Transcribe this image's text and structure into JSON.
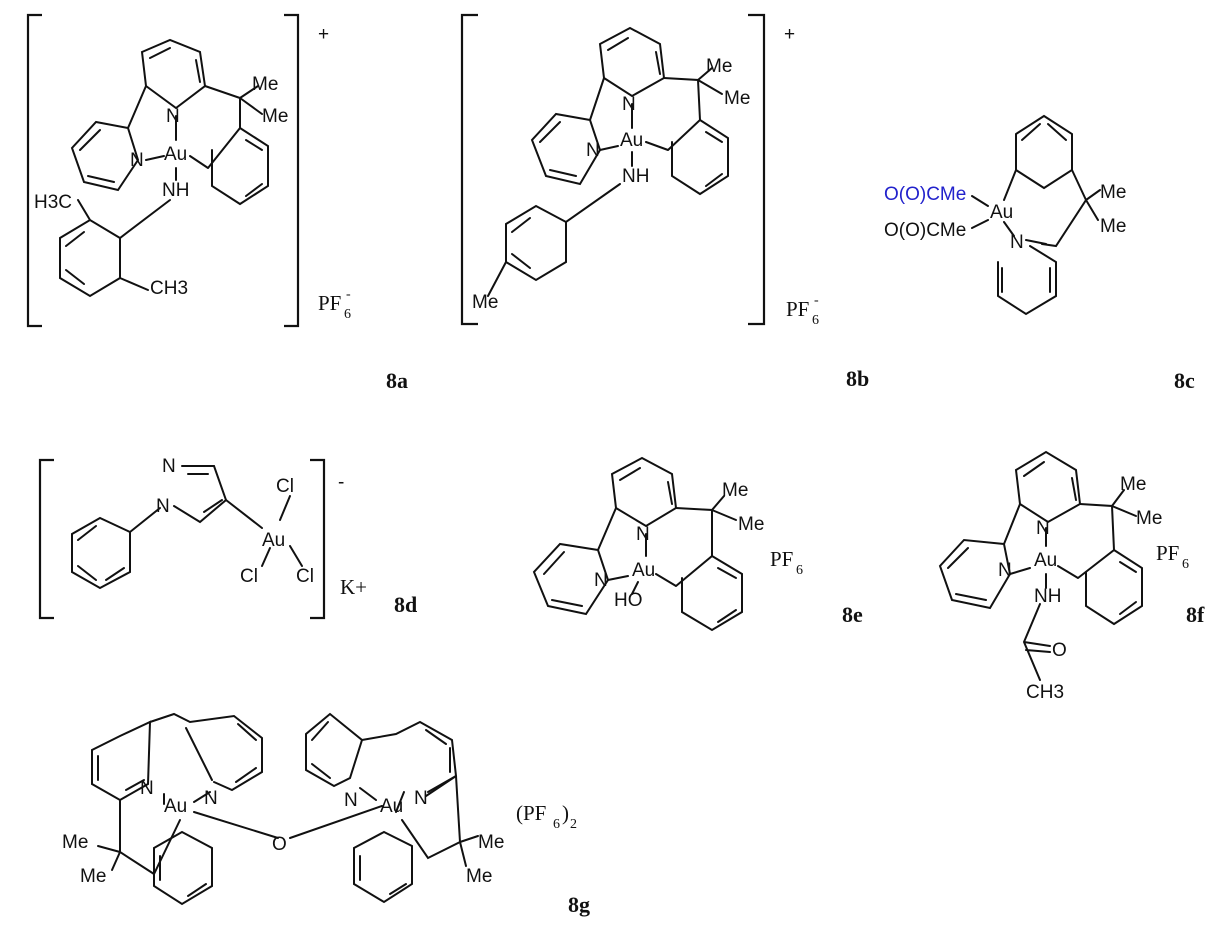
{
  "compounds": [
    {
      "label": "8a",
      "charge": "+",
      "counterion": "PF",
      "counterion_sub": "6",
      "counterion_sup": "-",
      "atoms": {
        "n1": "N",
        "n2": "N",
        "au": "Au",
        "nh": "NH",
        "me1": "Me",
        "me2": "Me",
        "h3c": "H3C",
        "ch3": "CH3"
      }
    },
    {
      "label": "8b",
      "charge": "+",
      "counterion": "PF",
      "counterion_sub": "6",
      "counterion_sup": "-",
      "atoms": {
        "n1": "N",
        "n2": "N",
        "au": "Au",
        "nh": "NH",
        "me1": "Me",
        "me2": "Me",
        "me3": "Me"
      }
    },
    {
      "label": "8c",
      "atoms": {
        "oac1": "O(O)CMe",
        "oac2": "O(O)CMe",
        "au": "Au",
        "n": "N",
        "me1": "Me",
        "me2": "Me"
      },
      "highlight_color": "#2222cc"
    },
    {
      "label": "8d",
      "charge": "-",
      "counterion": "K+",
      "atoms": {
        "n1": "N",
        "n2": "N",
        "au": "Au",
        "cl1": "Cl",
        "cl2": "Cl",
        "cl3": "Cl"
      }
    },
    {
      "label": "8e",
      "counterion": "PF",
      "counterion_sub": "6",
      "atoms": {
        "n1": "N",
        "n2": "N",
        "au": "Au",
        "ho": "HO",
        "me1": "Me",
        "me2": "Me"
      }
    },
    {
      "label": "8f",
      "counterion": "PF",
      "counterion_sub": "6",
      "atoms": {
        "n1": "N",
        "n2": "N",
        "au": "Au",
        "nh": "NH",
        "o": "O",
        "ch3": "CH3",
        "me1": "Me",
        "me2": "Me"
      }
    },
    {
      "label": "8g",
      "counterion": "(PF",
      "counterion_sub": "6",
      "counterion_close": ")",
      "counterion_sub2": "2",
      "atoms": {
        "n1": "N",
        "n2": "N",
        "au1": "Au",
        "n3": "N",
        "n4": "N",
        "au2": "Au",
        "o": "O",
        "me1": "Me",
        "me2": "Me",
        "me3": "Me",
        "me4": "Me"
      }
    }
  ]
}
